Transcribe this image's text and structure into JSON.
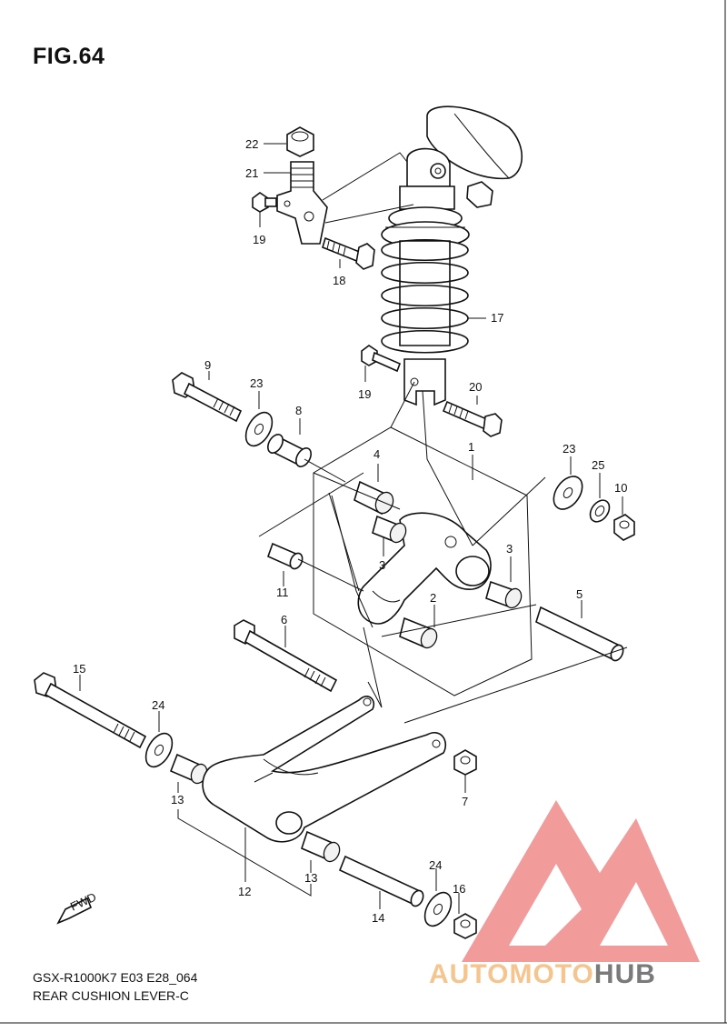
{
  "figure": {
    "title": "FIG.64"
  },
  "callouts": [
    "22",
    "21",
    "19",
    "18",
    "17",
    "19",
    "20",
    "9",
    "23",
    "8",
    "4",
    "1",
    "23",
    "25",
    "10",
    "3",
    "3",
    "11",
    "2",
    "5",
    "6",
    "15",
    "24",
    "13",
    "7",
    "12",
    "13",
    "24",
    "16",
    "14"
  ],
  "fwd_label": "FWD",
  "caption": {
    "model": "GSX-R1000K7 E03 E28_064",
    "name": "REAR CUSHION LEVER-C"
  },
  "watermark": {
    "part1": "AUTOMOTO",
    "part2": "HUB"
  },
  "colors": {
    "line": "#111111",
    "watermark_logo": "#f08a8a",
    "watermark_text1": "#f4c58e",
    "watermark_text2": "#7a7a7a"
  }
}
